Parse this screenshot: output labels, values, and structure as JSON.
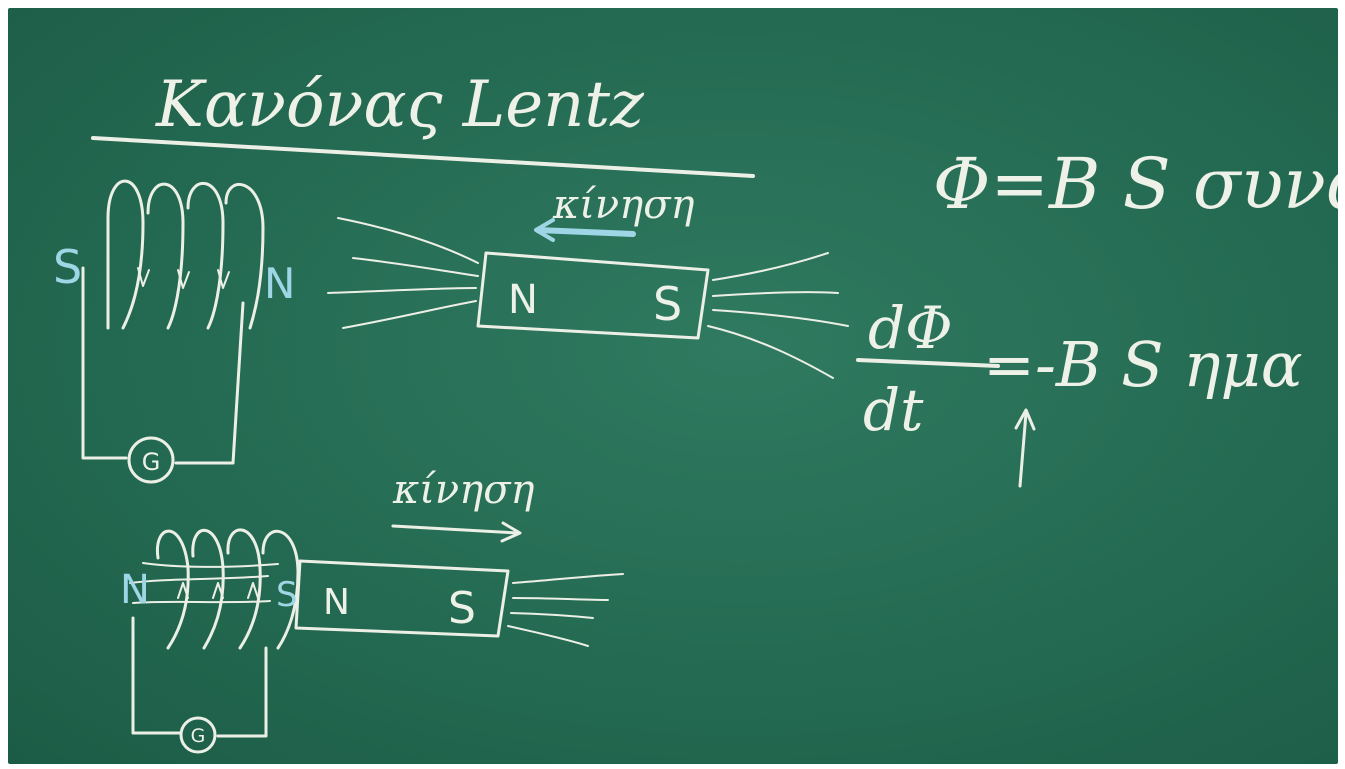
{
  "board": {
    "title": "Κανόνας Lentz",
    "top_setup": {
      "coil_left_pole": "S",
      "coil_right_pole": "N",
      "magnet_left_pole": "N",
      "magnet_right_pole": "S",
      "motion_label": "κίνηση",
      "galvanometer_label": "G"
    },
    "bottom_setup": {
      "coil_left_pole": "N",
      "coil_right_pole": "S",
      "magnet_left_pole": "N",
      "magnet_right_pole": "S",
      "motion_label": "κίνηση",
      "galvanometer_label": "G"
    },
    "equations": {
      "flux": "Φ=B S συνα",
      "derivative_numerator": "dΦ",
      "derivative_denominator": "dt",
      "derivative_rhs": "=-B S ημα"
    }
  },
  "colors": {
    "board": "#246a52",
    "chalk": "#ecefe6",
    "chalk_blue": "#9fd6e6"
  }
}
